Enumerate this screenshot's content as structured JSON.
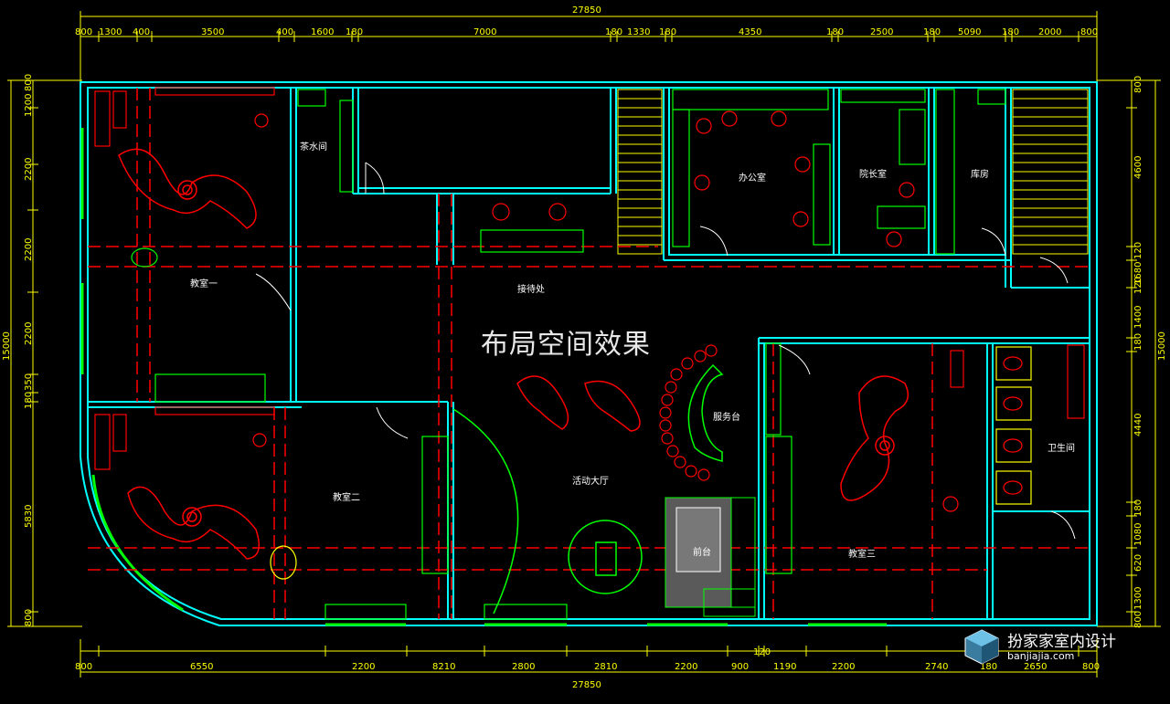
{
  "overlay_title": "布局空间效果",
  "watermark": {
    "name": "扮家家室内设计",
    "url": "banjiajia.com"
  },
  "dimensions": {
    "total_top": "27850",
    "total_bottom": "27850",
    "left_total": "15000",
    "right_total": "15000",
    "top": [
      "800",
      "1300",
      "400",
      "3500",
      "400",
      "1600",
      "180",
      "7000",
      "180",
      "1330",
      "180",
      "4350",
      "180",
      "2500",
      "180",
      "5090",
      "180",
      "2000",
      "800"
    ],
    "bottom": [
      "800",
      "6550",
      "2200",
      "8210",
      "2800",
      "2810",
      "2200",
      "900",
      "120",
      "1190",
      "2200",
      "2740",
      "180",
      "2650",
      "800"
    ],
    "left": [
      "1200",
      "800",
      "2200",
      "2200",
      "2200",
      "350",
      "180",
      "5830",
      "800"
    ],
    "right": [
      "800",
      "4600",
      "120",
      "1680",
      "120",
      "1400",
      "180",
      "4440",
      "180",
      "1080",
      "620",
      "1300",
      "800"
    ]
  },
  "rooms": [
    {
      "label": "茶水间"
    },
    {
      "label": "办公室"
    },
    {
      "label": "院长室"
    },
    {
      "label": "库房"
    },
    {
      "label": "教室一"
    },
    {
      "label": "接待处"
    },
    {
      "label": "教室二"
    },
    {
      "label": "活动大厅"
    },
    {
      "label": "教室三"
    },
    {
      "label": "卫生间"
    },
    {
      "label": "服务台"
    },
    {
      "label": "前台"
    }
  ],
  "colors": {
    "wall": "#00ffff",
    "furniture": "#ff0000",
    "door": "#00ff00",
    "dimension": "#ffff00",
    "label": "#ffffff",
    "hatch": "#808080"
  }
}
